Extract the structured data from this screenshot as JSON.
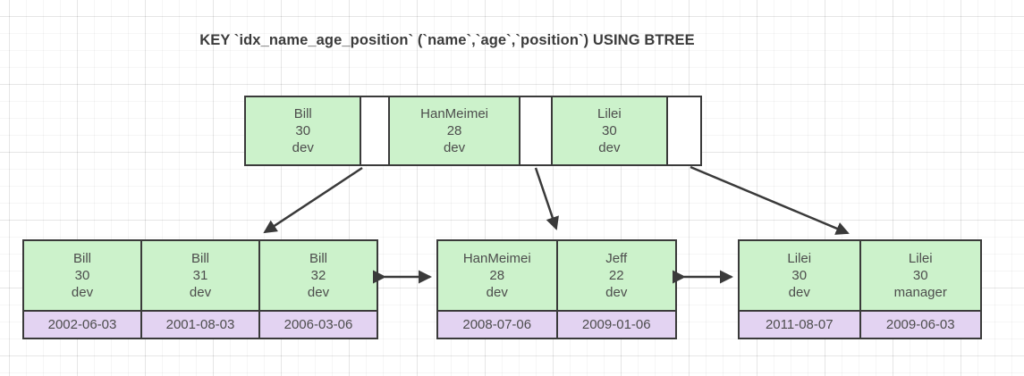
{
  "title": "KEY `idx_name_age_position` (`name`,`age`,`position`) USING BTREE",
  "colors": {
    "node_fill": "#ccf2cb",
    "date_fill": "#e3d3f2",
    "border": "#3a3a3a",
    "text": "#4d4d4d"
  },
  "root": {
    "entries": [
      {
        "name": "Bill",
        "age": "30",
        "position": "dev"
      },
      {
        "name": "HanMeimei",
        "age": "28",
        "position": "dev"
      },
      {
        "name": "Lilei",
        "age": "30",
        "position": "dev"
      }
    ]
  },
  "leaves": [
    {
      "records": [
        {
          "name": "Bill",
          "age": "30",
          "position": "dev",
          "date": "2002-06-03"
        },
        {
          "name": "Bill",
          "age": "31",
          "position": "dev",
          "date": "2001-08-03"
        },
        {
          "name": "Bill",
          "age": "32",
          "position": "dev",
          "date": "2006-03-06"
        }
      ]
    },
    {
      "records": [
        {
          "name": "HanMeimei",
          "age": "28",
          "position": "dev",
          "date": "2008-07-06"
        },
        {
          "name": "Jeff",
          "age": "22",
          "position": "dev",
          "date": "2009-01-06"
        }
      ]
    },
    {
      "records": [
        {
          "name": "Lilei",
          "age": "30",
          "position": "dev",
          "date": "2011-08-07"
        },
        {
          "name": "Lilei",
          "age": "30",
          "position": "manager",
          "date": "2009-06-03"
        }
      ]
    }
  ]
}
